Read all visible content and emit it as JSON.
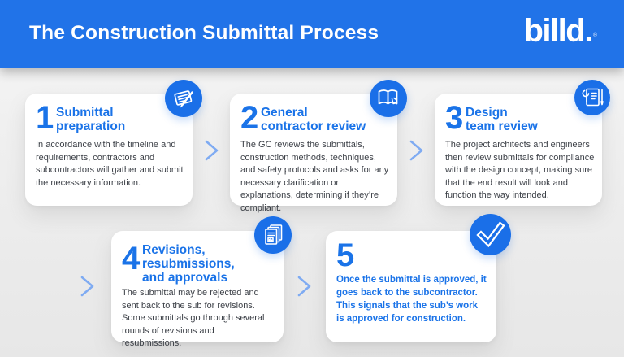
{
  "header": {
    "title": "The Construction Submittal Process",
    "logo_text": "billd",
    "logo_period": ".",
    "logo_mark": "®"
  },
  "colors": {
    "header_bg": "#2173e8",
    "accent_blue": "#1a73e8",
    "icon_circle_blue": "#1a6fe8",
    "chevron_blue": "#7fabf2",
    "body_text": "#3b3f46",
    "card_bg": "#ffffff",
    "page_bg": "#ececec"
  },
  "steps": [
    {
      "number": "1",
      "title_lines": [
        "Submittal",
        "preparation"
      ],
      "body": "In accordance with the timeline and requirements, contractors and subcontractors will gather and submit the necessary information.",
      "icon": "scroll-pen-icon"
    },
    {
      "number": "2",
      "title_lines": [
        "General",
        "contractor review"
      ],
      "body": "The GC reviews the submittals, construction methods, techniques, and safety protocols and asks for any necessary clarification or explanations, determining if they’re compliant.",
      "icon": "open-book-hand-icon"
    },
    {
      "number": "3",
      "title_lines": [
        "Design",
        "team review"
      ],
      "body": "The project architects and engineers then review submittals for compliance with the design concept, making sure that the end result will look and function the way intended.",
      "icon": "document-wrench-icon"
    },
    {
      "number": "4",
      "title_lines": [
        "Revisions,",
        "resubmissions,",
        "and approvals"
      ],
      "body": "The submittal may be rejected and sent back to the sub for revisions. Some submittals go through several rounds of revisions and resubmissions.",
      "icon": "stacked-documents-icon"
    },
    {
      "number": "5",
      "title_lines": [],
      "body": "Once the submittal is approved, it goes back to the subcontractor. This signals that the sub’s work is approved for construction.",
      "icon": "checkmark-icon"
    }
  ]
}
